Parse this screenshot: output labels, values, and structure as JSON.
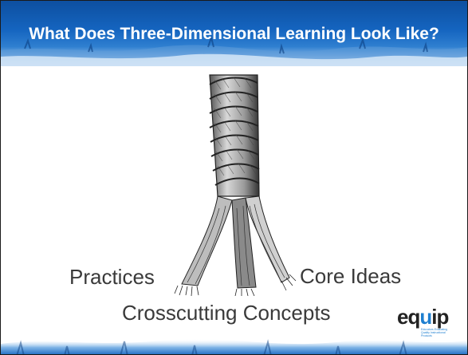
{
  "title": "What Does Three-Dimensional Learning Look Like?",
  "labels": {
    "practices": "Practices",
    "core_ideas": "Core Ideas",
    "crosscutting": "Crosscutting Concepts"
  },
  "logo": {
    "prefix": "eq",
    "highlight": "u",
    "suffix": "ip",
    "tagline": "Educators Evaluating Quality Instructional Products"
  },
  "image": {
    "subject": "rope-illustration"
  },
  "colors": {
    "header_blue": "#1565c0",
    "label_gray": "#3a3a3a",
    "logo_blue": "#1e7fd0"
  }
}
